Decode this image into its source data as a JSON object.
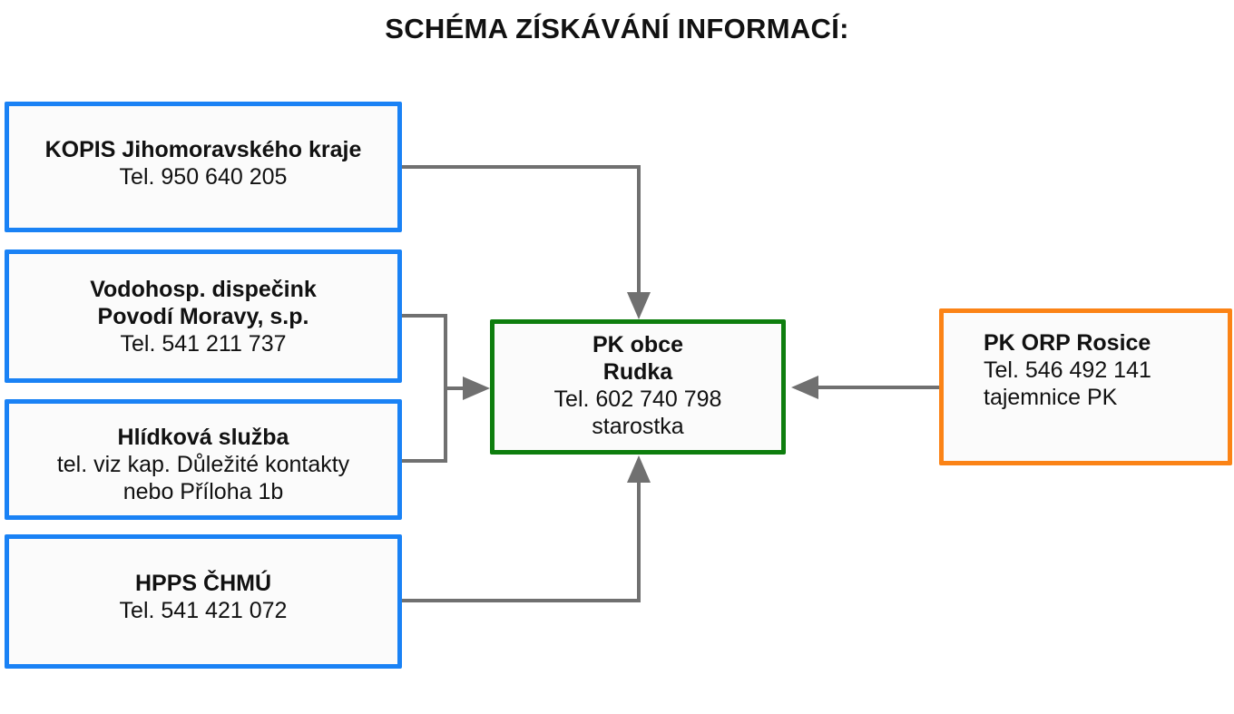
{
  "title": "SCHÉMA ZÍSKÁVÁNÍ INFORMACÍ:",
  "colors": {
    "source_border": "#1a82f5",
    "center_border": "#0e7e0e",
    "orp_border": "#fb8316",
    "arrow": "#707070"
  },
  "sources": {
    "kopis": {
      "line1": "KOPIS Jihomoravského kraje",
      "line2": "Tel. 950 640 205"
    },
    "vodohosp": {
      "line1": "Vodohosp. dispečink",
      "line2": "Povodí Moravy, s.p.",
      "line3": "Tel. 541 211 737"
    },
    "hlidkova": {
      "line1": "Hlídková služba",
      "line2": "tel. viz kap. Důležité kontakty",
      "line3": "nebo Příloha 1b"
    },
    "hpps": {
      "line1": "HPPS ČHMÚ",
      "line2": "Tel. 541 421 072"
    }
  },
  "center": {
    "line1": "PK obce",
    "line2": "Rudka",
    "line3": "Tel. 602 740 798",
    "line4": "starostka"
  },
  "orp": {
    "line1": "PK ORP Rosice",
    "line2": "Tel. 546 492 141",
    "line3": "tajemnice PK"
  }
}
